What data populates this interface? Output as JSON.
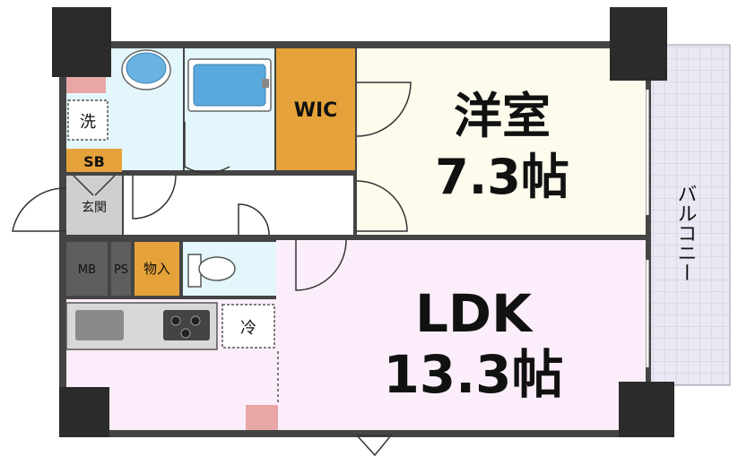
{
  "rooms": {
    "western_room": {
      "name": "洋室",
      "size": "7.3帖"
    },
    "ldk": {
      "name": "LDK",
      "size": "13.3帖"
    },
    "wic": {
      "name": "WIC"
    },
    "balcony": {
      "name": "バルコニー"
    }
  },
  "labels": {
    "washer": "洗",
    "shoe_box": "SB",
    "entrance": "玄関",
    "meter_box": "MB",
    "pipe_space": "PS",
    "storage": "物入",
    "fridge": "冷"
  },
  "colors": {
    "wall": "#3a3a3a",
    "column": "#2b2b2b",
    "western_room_fill": "#fdfbec",
    "ldk_fill": "#fbeefa",
    "wet_area_fill": "#e3f6fb",
    "wic_fill": "#e6a23a",
    "balcony_fill": "#e6e6f2",
    "utility_grey": "#5e5e5e",
    "accent_pink": "#e8a6a6"
  }
}
